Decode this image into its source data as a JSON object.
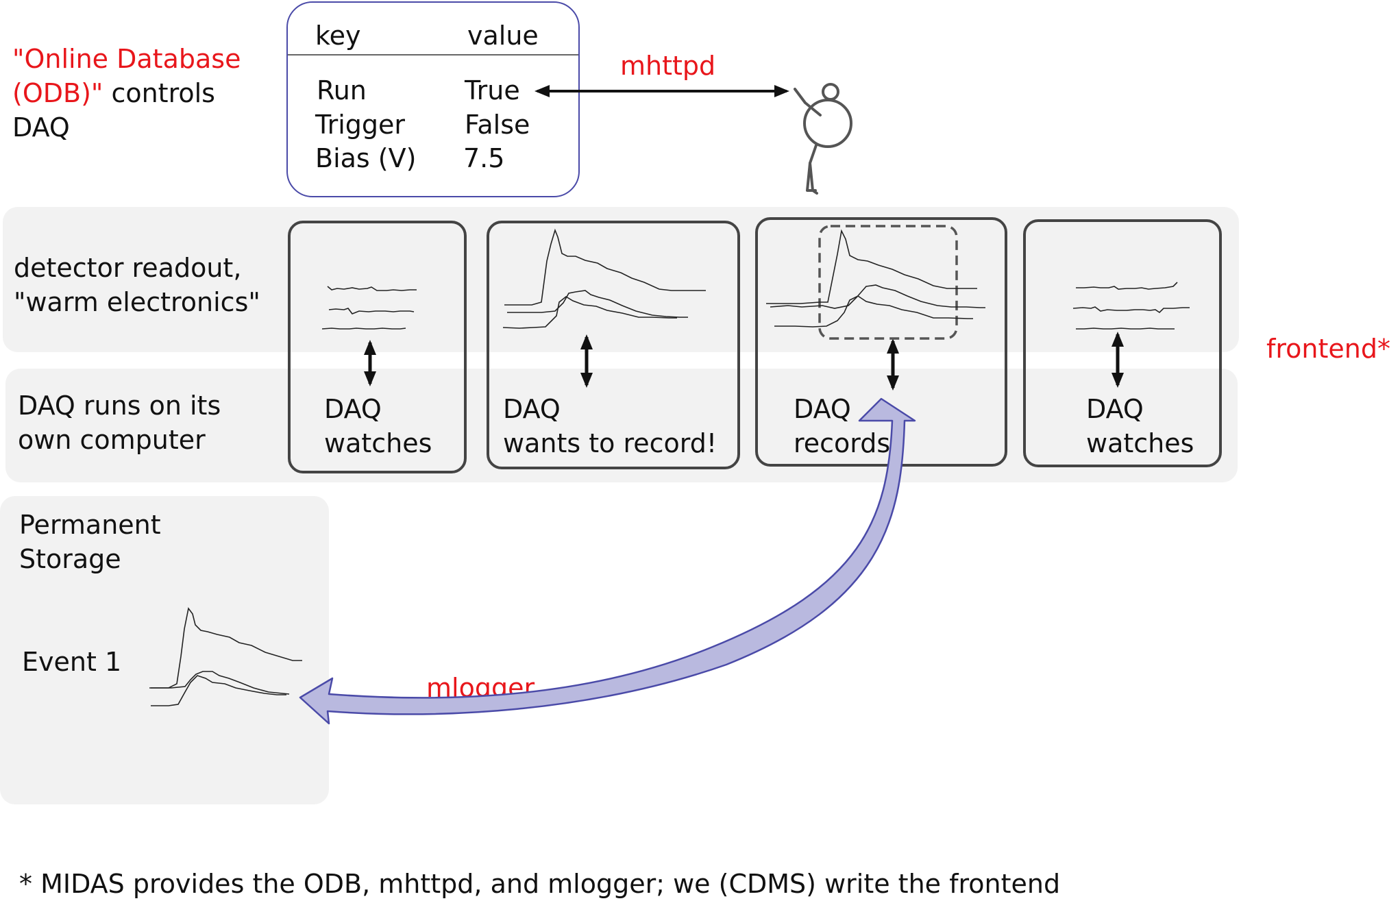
{
  "odb_caption": {
    "part1": "\"Online Database",
    "part2": "(ODB)\"",
    "part3": " controls",
    "part4": "DAQ"
  },
  "odb_table": {
    "headers": {
      "key": "key",
      "value": "value"
    },
    "rows": [
      {
        "key": "Run",
        "value": "True"
      },
      {
        "key": "Trigger",
        "value": "False"
      },
      {
        "key": "Bias (V)",
        "value": "7.5"
      }
    ]
  },
  "labels": {
    "mhttpd": "mhttpd",
    "frontend": "frontend*",
    "mlogger": "mlogger",
    "readout_line1": "detector readout,",
    "readout_line2": "\"warm electronics\"",
    "daq_line1": "DAQ runs on its",
    "daq_line2": "own computer",
    "storage_line1": "Permanent",
    "storage_line2": "Storage",
    "event": "Event 1"
  },
  "panels": [
    {
      "line1": "DAQ",
      "line2": "watches"
    },
    {
      "line1": "DAQ",
      "line2": "wants to record!"
    },
    {
      "line1": "DAQ",
      "line2": "records"
    },
    {
      "line1": "DAQ",
      "line2": "watches"
    }
  ],
  "footnote": "* MIDAS provides the ODB, mhttpd, and mlogger; we (CDMS) write the frontend",
  "colors": {
    "highlight_text": "#e8161b",
    "odb_border": "#4a4aa8",
    "arrow_fill": "#b9b9df",
    "band_bg": "#f2f2f2"
  }
}
